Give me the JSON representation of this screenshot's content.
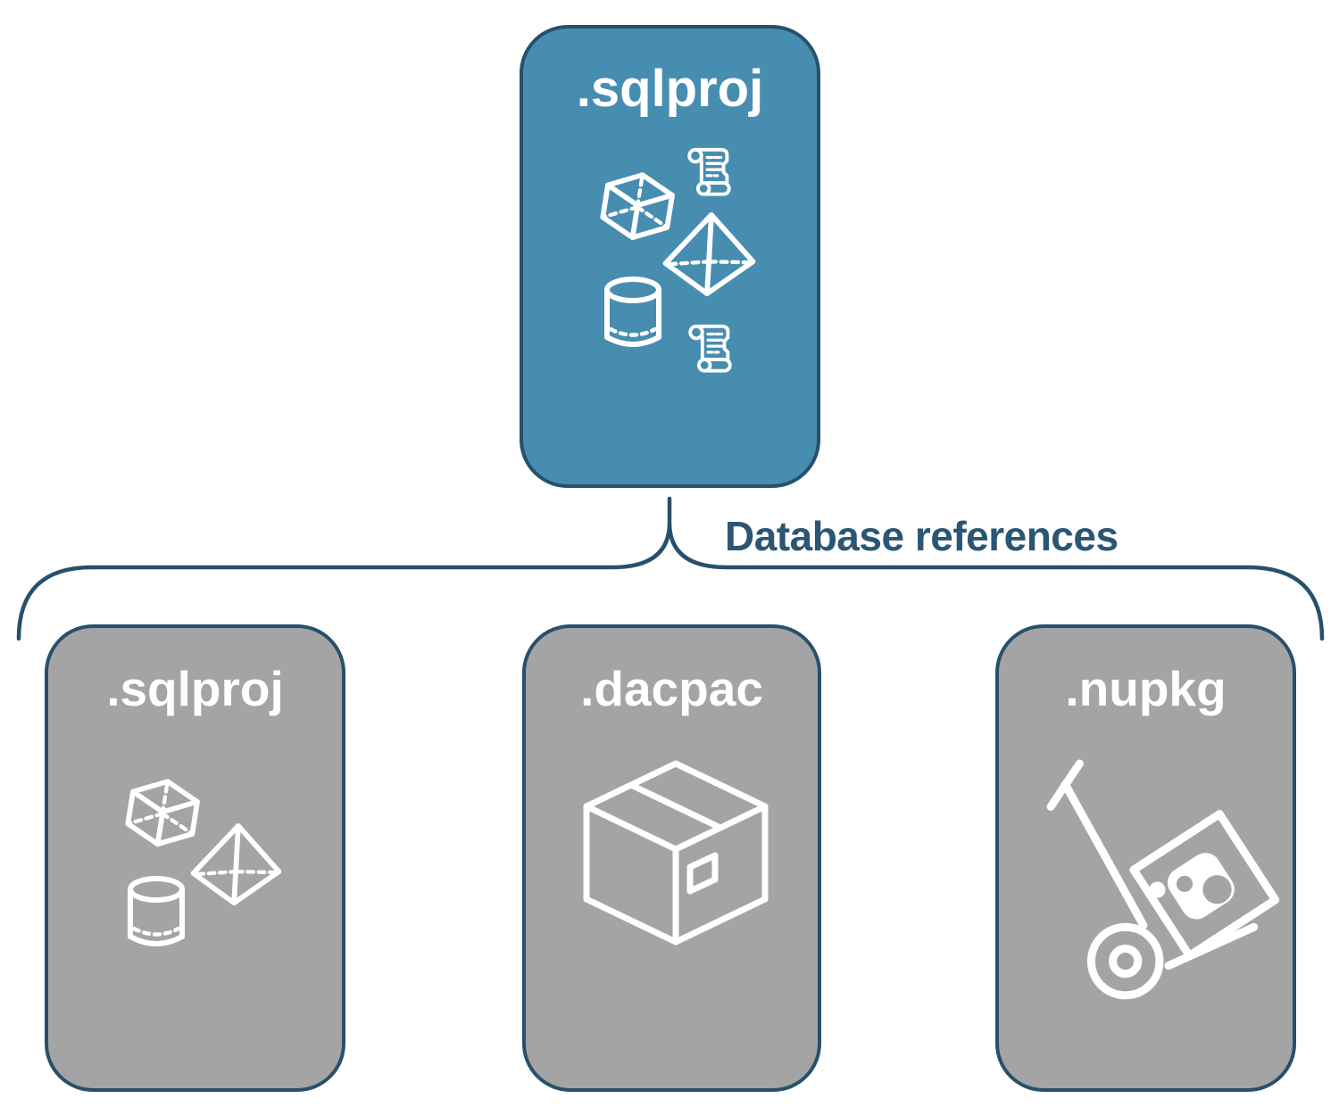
{
  "diagram": {
    "root": {
      "label": ".sqlproj",
      "icons": [
        "cube-icon",
        "scroll-icon",
        "pyramid-icon",
        "cylinder-icon",
        "scroll-icon"
      ]
    },
    "connector": {
      "label": "Database references"
    },
    "children": [
      {
        "label": ".sqlproj",
        "icons": [
          "cube-icon",
          "pyramid-icon",
          "cylinder-icon"
        ]
      },
      {
        "label": ".dacpac",
        "icons": [
          "package-box-icon"
        ]
      },
      {
        "label": ".nupkg",
        "icons": [
          "nuget-hand-truck-icon"
        ]
      }
    ],
    "colors": {
      "root_fill": "#478DB0",
      "child_fill": "#A4A4A4",
      "node_border": "#27506B",
      "connector_line": "#27506B",
      "connector_label_text": "#2A5674",
      "node_label_text": "#FFFFFF",
      "icon_stroke": "#FFFFFF"
    }
  }
}
